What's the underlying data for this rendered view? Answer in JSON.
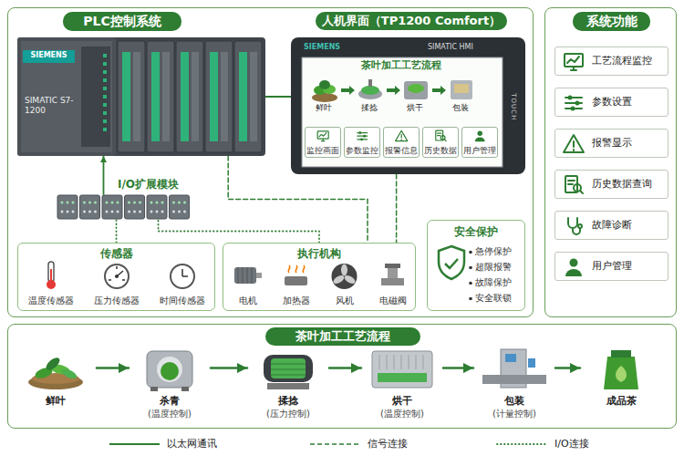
{
  "diagram": {
    "nodes": [
      {
        "text": [
          "PLC控制系统"
        ]
      },
      {
        "text": [
          "SIEMENS",
          "SIMATIC S7-1200"
        ],
        "in": 0
      },
      {
        "text": [
          "人机界面（TP1200 Comfort）",
          "SIEMENS",
          "SIMATIC HMI",
          "TOUCH"
        ],
        "in": 0
      },
      {
        "text": [
          "监控画面"
        ],
        "in": 2
      },
      {
        "text": [
          "参数监控"
        ],
        "in": 2
      },
      {
        "text": [
          "报警信息"
        ],
        "in": 2
      },
      {
        "text": [
          "历史数据"
        ],
        "in": 2
      },
      {
        "text": [
          "用户管理"
        ],
        "in": 2
      },
      {
        "text": [
          "I/O扩展模块"
        ],
        "in": 0
      },
      {
        "text": [
          "传感器",
          "温度传感器",
          "压力传感器",
          "时间传感器"
        ],
        "in": 0
      },
      {
        "text": [
          "执行机构",
          "电机",
          "加热器",
          "风机",
          "电磁阀"
        ],
        "in": 0
      },
      {
        "text": [
          "安全保护",
          "急停保护",
          "超限报警",
          "故障保护",
          "安全联锁"
        ],
        "in": 0
      },
      {
        "text": [
          "系统功能"
        ]
      },
      {
        "text": [
          "工艺流程监控"
        ],
        "in": 12
      },
      {
        "text": [
          "参数设置"
        ],
        "in": 12
      },
      {
        "text": [
          "报警显示"
        ],
        "in": 12
      },
      {
        "text": [
          "历史数据查询"
        ],
        "in": 12
      },
      {
        "text": [
          "故障诊断"
        ],
        "in": 12
      },
      {
        "text": [
          "用户管理"
        ],
        "in": 12
      },
      {
        "text": [
          "茶叶加工工艺流程"
        ]
      },
      {
        "text": [
          "鲜叶"
        ],
        "in": 19
      },
      {
        "text": [
          "杀青",
          "(温度控制)"
        ],
        "in": 19
      },
      {
        "text": [
          "揉捻",
          "(压力控制)"
        ],
        "in": 19
      },
      {
        "text": [
          "烘干",
          "(温度控制)"
        ],
        "in": 19
      },
      {
        "text": [
          "包装",
          "(计量控制)"
        ],
        "in": 19
      },
      {
        "text": [
          "成品茶"
        ],
        "in": 19
      }
    ],
    "edges": [
      {
        "from": 1,
        "to": 2,
        "arrow": "none"
      },
      {
        "from": 8,
        "to": 1,
        "arrow": "to"
      },
      {
        "from": 9,
        "to": 8,
        "arrow": "none"
      },
      {
        "from": 10,
        "to": 8,
        "arrow": "none"
      },
      {
        "from": 1,
        "to": 10,
        "arrow": "none"
      },
      {
        "from": 20,
        "to": 21,
        "arrow": "to"
      },
      {
        "from": 21,
        "to": 22,
        "arrow": "to"
      },
      {
        "from": 22,
        "to": 23,
        "arrow": "to"
      },
      {
        "from": 23,
        "to": 24,
        "arrow": "to"
      },
      {
        "from": 24,
        "to": 25,
        "arrow": "to"
      },
      {
        "from": 2,
        "to": 10,
        "arrow": "none"
      }
    ],
    "labels": [
      "茶叶加工工艺流程",
      "鲜叶",
      "揉捻",
      "烘干",
      "包装"
    ],
    "legend": [
      {
        "text": "以太网通讯"
      },
      {
        "text": "信号连接"
      },
      {
        "text": "I/O连接"
      }
    ]
  }
}
